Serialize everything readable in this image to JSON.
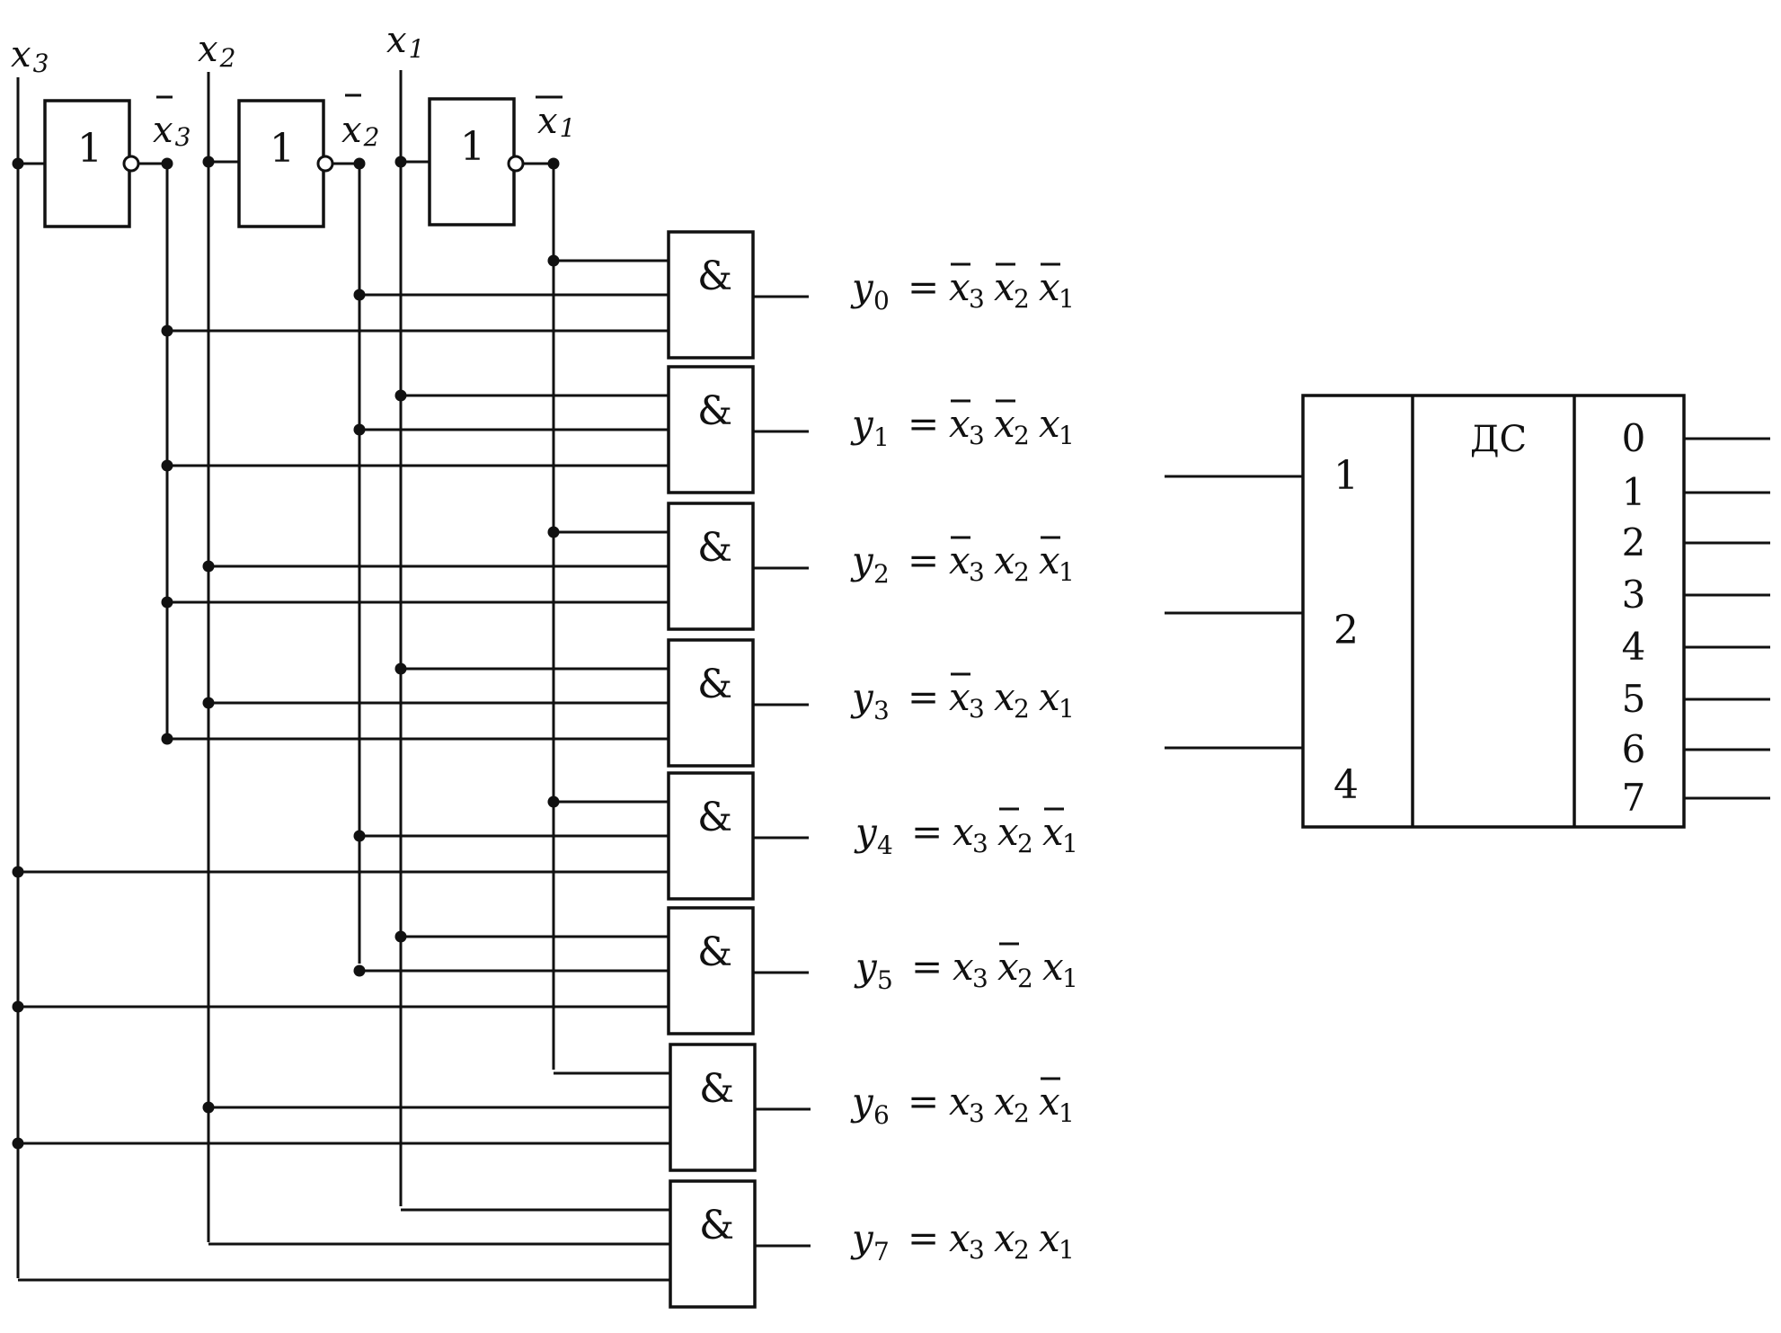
{
  "inputs": [
    {
      "id": "x3",
      "var": "x",
      "sub": "3"
    },
    {
      "id": "x2",
      "var": "x",
      "sub": "2"
    },
    {
      "id": "x1",
      "var": "x",
      "sub": "1"
    }
  ],
  "inverter_label": "1",
  "and_label": "&",
  "inverted": [
    {
      "var": "x",
      "sub": "3"
    },
    {
      "var": "x",
      "sub": "2"
    },
    {
      "var": "x",
      "sub": "1"
    }
  ],
  "outputs": [
    {
      "name": "y",
      "sub": "0",
      "eq": "=",
      "terms": [
        {
          "v": "x",
          "s": "3",
          "bar": true
        },
        {
          "v": "x",
          "s": "2",
          "bar": true
        },
        {
          "v": "x",
          "s": "1",
          "bar": true
        }
      ]
    },
    {
      "name": "y",
      "sub": "1",
      "eq": "=",
      "terms": [
        {
          "v": "x",
          "s": "3",
          "bar": true
        },
        {
          "v": "x",
          "s": "2",
          "bar": true
        },
        {
          "v": "x",
          "s": "1",
          "bar": false
        }
      ]
    },
    {
      "name": "y",
      "sub": "2",
      "eq": "=",
      "terms": [
        {
          "v": "x",
          "s": "3",
          "bar": true
        },
        {
          "v": "x",
          "s": "2",
          "bar": false
        },
        {
          "v": "x",
          "s": "1",
          "bar": true
        }
      ]
    },
    {
      "name": "y",
      "sub": "3",
      "eq": "=",
      "terms": [
        {
          "v": "x",
          "s": "3",
          "bar": true
        },
        {
          "v": "x",
          "s": "2",
          "bar": false
        },
        {
          "v": "x",
          "s": "1",
          "bar": false
        }
      ]
    },
    {
      "name": "y",
      "sub": "4",
      "eq": "=",
      "terms": [
        {
          "v": "x",
          "s": "3",
          "bar": false
        },
        {
          "v": "x",
          "s": "2",
          "bar": true
        },
        {
          "v": "x",
          "s": "1",
          "bar": true
        }
      ]
    },
    {
      "name": "y",
      "sub": "5",
      "eq": "=",
      "terms": [
        {
          "v": "x",
          "s": "3",
          "bar": false
        },
        {
          "v": "x",
          "s": "2",
          "bar": true
        },
        {
          "v": "x",
          "s": "1",
          "bar": false
        }
      ]
    },
    {
      "name": "y",
      "sub": "6",
      "eq": "=",
      "terms": [
        {
          "v": "x",
          "s": "3",
          "bar": false
        },
        {
          "v": "x",
          "s": "2",
          "bar": false
        },
        {
          "v": "x",
          "s": "1",
          "bar": true
        }
      ]
    },
    {
      "name": "y",
      "sub": "7",
      "eq": "=",
      "terms": [
        {
          "v": "x",
          "s": "3",
          "bar": false
        },
        {
          "v": "x",
          "s": "2",
          "bar": false
        },
        {
          "v": "x",
          "s": "1",
          "bar": false
        }
      ]
    }
  ],
  "decoder": {
    "title": "ДС",
    "inputs": [
      "1",
      "2",
      "4"
    ],
    "outputs": [
      "0",
      "1",
      "2",
      "3",
      "4",
      "5",
      "6",
      "7"
    ]
  }
}
